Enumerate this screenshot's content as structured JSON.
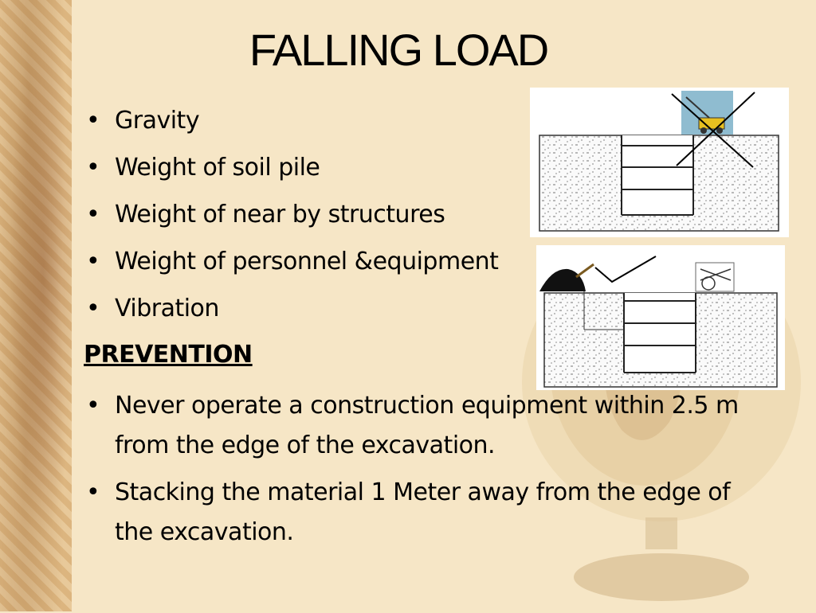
{
  "slide": {
    "title": "FALLING LOAD",
    "causes": [
      "Gravity",
      "Weight of soil pile",
      "Weight of near by structures",
      "Weight of personnel &equipment",
      "Vibration"
    ],
    "prevention_heading": "PREVENTION",
    "prevention_items": [
      "Never operate a construction equipment within  2.5 m from the edge of the excavation.",
      "Stacking the material 1 Meter away from the edge of the excavation."
    ]
  },
  "colors": {
    "background": "#f6e6c6",
    "crane_backdrop": "#8fbcd0",
    "crane_body": "#e8c020"
  }
}
